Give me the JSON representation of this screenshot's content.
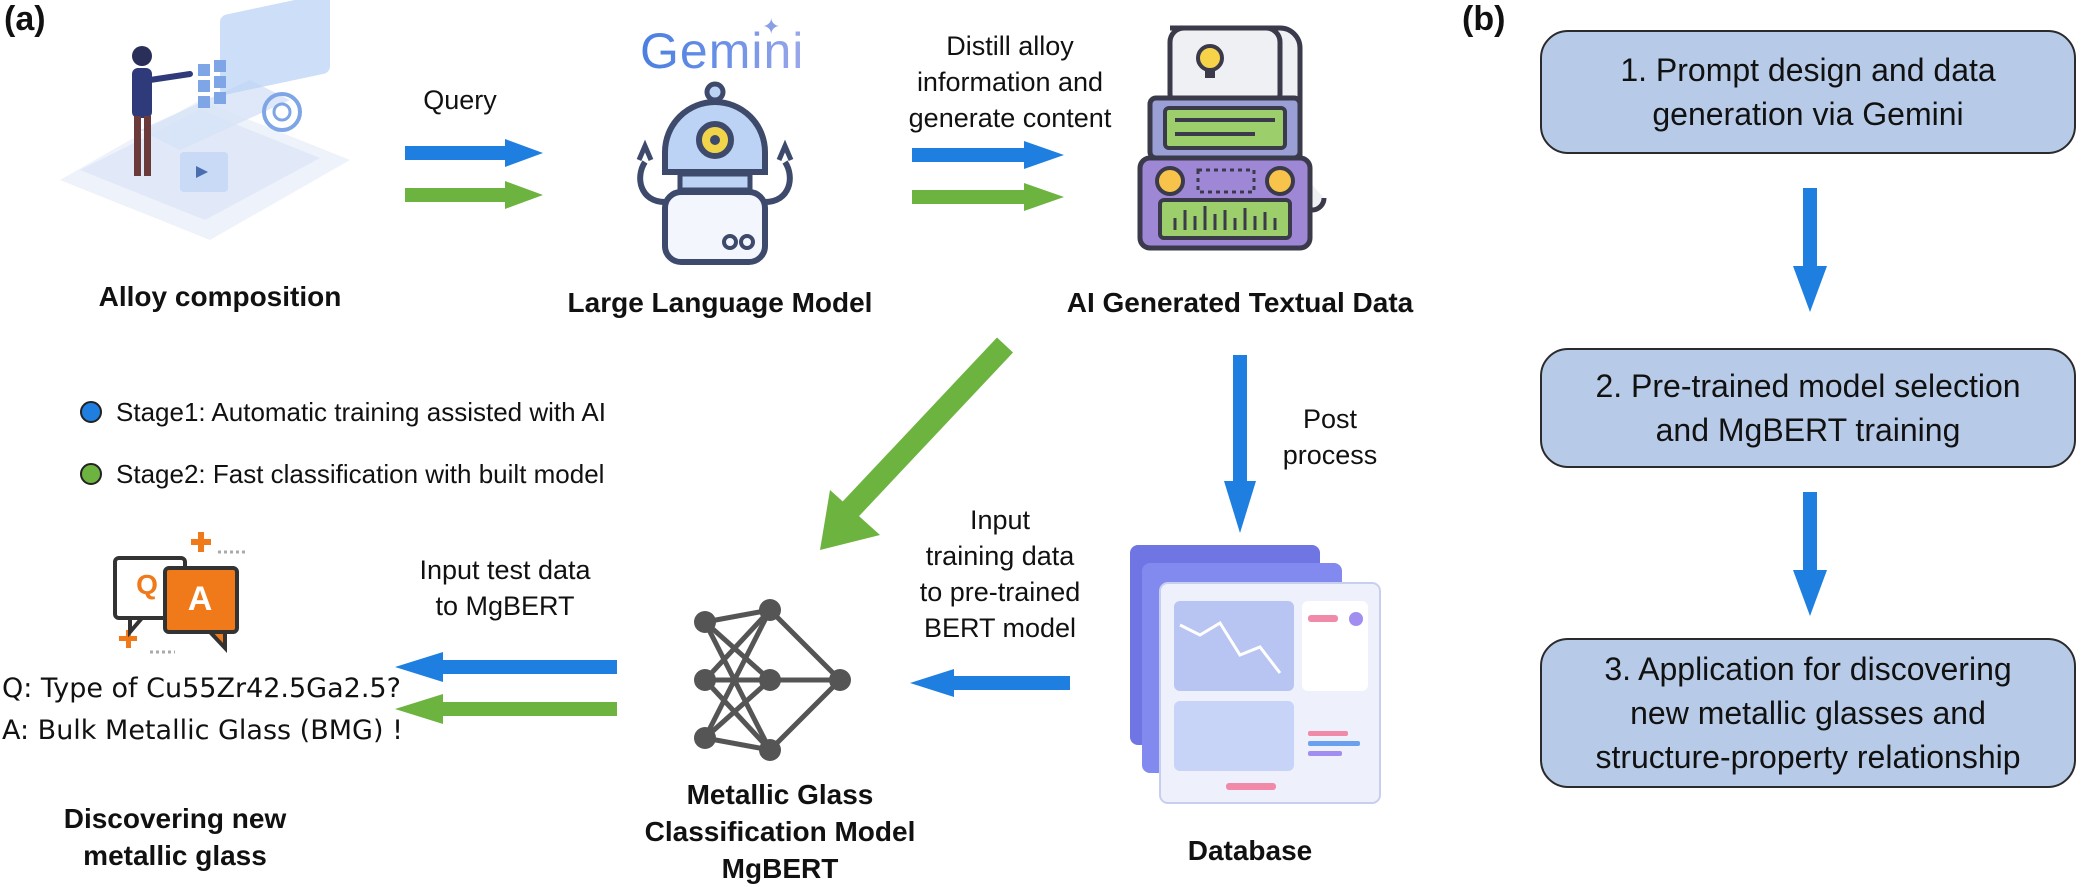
{
  "panel_a_tag": "(a)",
  "panel_b_tag": "(b)",
  "brand": "Gemini",
  "nodes": {
    "alloy": "Alloy composition",
    "llm": "Large Language Model",
    "ai_text": "AI Generated Textual Data",
    "database": "Database",
    "model": [
      "Metallic Glass",
      "Classification Model",
      "MgBERT"
    ],
    "discover": [
      "Discovering new",
      "metallic glass"
    ]
  },
  "arrow_labels": {
    "query": "Query",
    "distill": [
      "Distill alloy",
      "information and",
      "generate content"
    ],
    "post": [
      "Post",
      "process"
    ],
    "train_input": [
      "Input",
      "training data",
      "to pre-trained",
      "BERT model"
    ],
    "test_input": [
      "Input test data",
      "to MgBERT"
    ]
  },
  "legend": [
    {
      "text": "Stage1: Automatic training assisted with AI",
      "color": "#1f7fe0"
    },
    {
      "text": "Stage2: Fast classification with built model",
      "color": "#6db33f"
    }
  ],
  "qa_icon": {
    "q": "Q",
    "a": "A"
  },
  "qa": {
    "question": "Q: Type of Cu55Zr42.5Ga2.5?",
    "answer": "A: Bulk Metallic Glass (BMG) !"
  },
  "steps": [
    [
      "1. Prompt design and data",
      "generation via Gemini"
    ],
    [
      "2. Pre-trained model selection",
      "and MgBERT training"
    ],
    [
      "3. Application for discovering",
      "new metallic glasses and",
      "structure-property relationship"
    ]
  ],
  "colors": {
    "blue": "#1f7fe0",
    "green": "#6db33f",
    "step_fill": "#b7cbe8",
    "orange": "#f07a1a"
  }
}
